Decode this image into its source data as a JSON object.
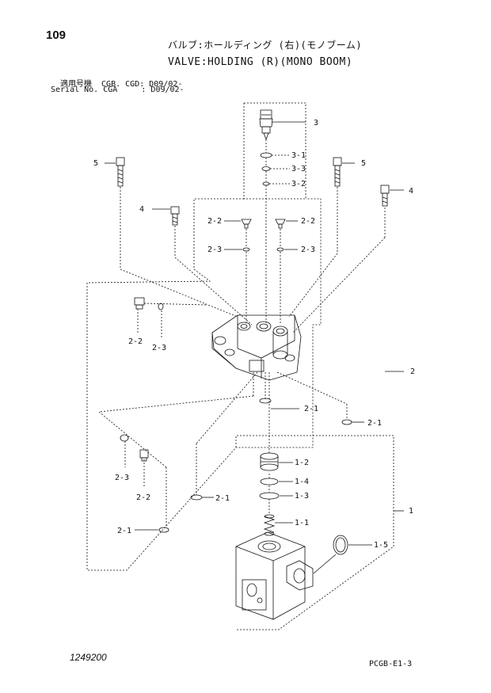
{
  "header": {
    "page_number": "109",
    "title_jp": "バルブ:ホールディング (右)(モノブーム)",
    "title_en": "VALVE:HOLDING (R)(MONO BOOM)",
    "serial_line1": "適用号機  CGB. CGD: D09/02-",
    "serial_line2": "Serial No. CGA     : D09/02-"
  },
  "callouts": [
    {
      "id": "c-3",
      "text": "3"
    },
    {
      "id": "c-3-1",
      "text": "3-1"
    },
    {
      "id": "c-3-3",
      "text": "3-3"
    },
    {
      "id": "c-3-2",
      "text": "3-2"
    },
    {
      "id": "c-5-left",
      "text": "5"
    },
    {
      "id": "c-5-right",
      "text": "5"
    },
    {
      "id": "c-4-right",
      "text": "4"
    },
    {
      "id": "c-4-left",
      "text": "4"
    },
    {
      "id": "c-2-2-left",
      "text": "2-2"
    },
    {
      "id": "c-2-2-right",
      "text": "2-2"
    },
    {
      "id": "c-2-3-left",
      "text": "2-3"
    },
    {
      "id": "c-2-3-right",
      "text": "2-3"
    },
    {
      "id": "c-2-2-side",
      "text": "2-2"
    },
    {
      "id": "c-2-3-side",
      "text": "2-3"
    },
    {
      "id": "c-2",
      "text": "2"
    },
    {
      "id": "c-2-1-a",
      "text": "2-1"
    },
    {
      "id": "c-2-1-b",
      "text": "2-1"
    },
    {
      "id": "c-2-3-low",
      "text": "2-3"
    },
    {
      "id": "c-2-2-low",
      "text": "2-2"
    },
    {
      "id": "c-2-1-c",
      "text": "2-1"
    },
    {
      "id": "c-2-1-d",
      "text": "2-1"
    },
    {
      "id": "c-1-2",
      "text": "1-2"
    },
    {
      "id": "c-1-4",
      "text": "1-4"
    },
    {
      "id": "c-1-3",
      "text": "1-3"
    },
    {
      "id": "c-1-1",
      "text": "1-1"
    },
    {
      "id": "c-1-5",
      "text": "1-5"
    },
    {
      "id": "c-1",
      "text": "1"
    }
  ],
  "footer": {
    "drawing_number": "1249200",
    "page_code": "PCGB-E1-3"
  }
}
